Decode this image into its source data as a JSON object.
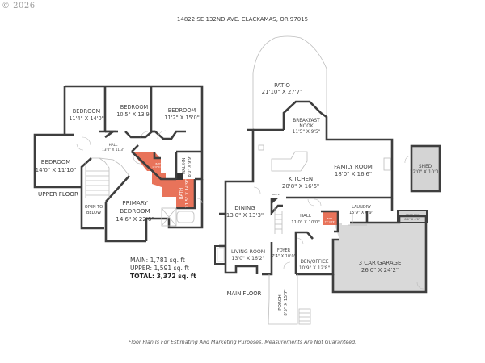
{
  "header": {
    "copyright": "© 2026",
    "address": "14822 SE 132ND AVE. CLACKAMAS, OR 97015"
  },
  "upper_floor": {
    "label": "UPPER FLOOR",
    "rooms": [
      {
        "name": "BEDROOM",
        "dims": "11'4\" X 14'0\""
      },
      {
        "name": "BEDROOM",
        "dims": "10'5\" X 13'9\""
      },
      {
        "name": "BEDROOM",
        "dims": "11'2\" X 15'0\""
      },
      {
        "name": "BEDROOM",
        "dims": "14'0\" X 11'10\""
      },
      {
        "name": "HALL",
        "dims": "13'0\" X 11'3\""
      },
      {
        "name": "WALK-IN",
        "dims": "8'0\" X 9'9\""
      },
      {
        "name": "OPEN TO",
        "name2": "BELOW"
      },
      {
        "name": "PRIMARY",
        "name2": "BEDROOM",
        "dims": "14'6\" X 22'0\""
      },
      {
        "name": "BATH",
        "dims": "11'5\" X 14'9\""
      },
      {
        "name": "BATH",
        "dims": "11'0\" X 8'9\""
      }
    ]
  },
  "main_floor": {
    "label": "MAIN FLOOR",
    "rooms": [
      {
        "name": "PATIO",
        "dims": "21'10\" X 27'7\""
      },
      {
        "name": "BREAKFAST",
        "name2": "NOOK",
        "dims": "11'5\" X 9'5\""
      },
      {
        "name": "FAMILY ROOM",
        "dims": "18'0\" X 16'6\""
      },
      {
        "name": "KITCHEN",
        "dims": "20'8\" X 16'6\""
      },
      {
        "name": "PANTRY"
      },
      {
        "name": "DINING",
        "dims": "13'0\" X 13'3\""
      },
      {
        "name": "HALL",
        "dims": "11'0\" X 10'0\""
      },
      {
        "name": "BATH",
        "dims": "7'9\" X 5'6\""
      },
      {
        "name": "LAUNDRY",
        "dims": "15'9\" X 6'9\""
      },
      {
        "name": "STORAGE",
        "dims": "8'0\" X 4'0\""
      },
      {
        "name": "LIVING ROOM",
        "dims": "13'0\" X 16'2\""
      },
      {
        "name": "FOYER",
        "dims": "7'4\" X 10'0\""
      },
      {
        "name": "DEN/OFFICE",
        "dims": "10'9\" X 12'8\""
      },
      {
        "name": "3 CAR GARAGE",
        "dims": "26'0\" X 24'2\""
      },
      {
        "name": "PORCH",
        "dims": "8'5\" X 15'7\""
      },
      {
        "name": "SHED",
        "dims": "12'0\" X 10'0\""
      }
    ]
  },
  "summary": {
    "main": "MAIN: 1,781 sq. ft",
    "upper": "UPPER: 1,591 sq. ft",
    "total": "TOTAL: 3,372 sq. ft"
  },
  "footer": {
    "disclaimer": "Floor Plan Is For Estimating And Marketing Purposes. Measurements Are Not Guaranteed."
  },
  "colors": {
    "wall": "#3e3e3e",
    "bath_highlight": "#e8735a",
    "garage_fill": "#d9d9d9",
    "shed_fill": "#d4d4d4"
  }
}
